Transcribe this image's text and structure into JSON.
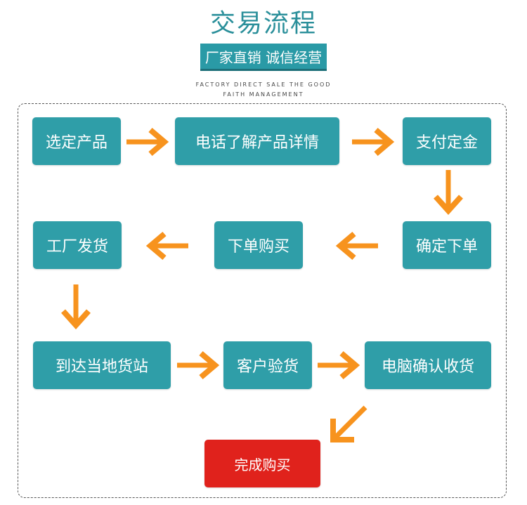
{
  "header": {
    "title": "交易流程",
    "slogan": "厂家直销  诚信经营",
    "subtitle_line1": "FACTORY DIRECT SALE THE GOOD",
    "subtitle_line2": "FAITH MANAGEMENT"
  },
  "colors": {
    "step_box": "#2f9ea8",
    "final_box": "#e0221c",
    "arrow": "#f7931e",
    "title": "#2a8f9a"
  },
  "steps": [
    "选定产品",
    "电话了解产品详情",
    "支付定金",
    "确定下单",
    "下单购买",
    "工厂发货",
    "到达当地货站",
    "客户验货",
    "电脑确认收货"
  ],
  "final_step": "完成购买"
}
